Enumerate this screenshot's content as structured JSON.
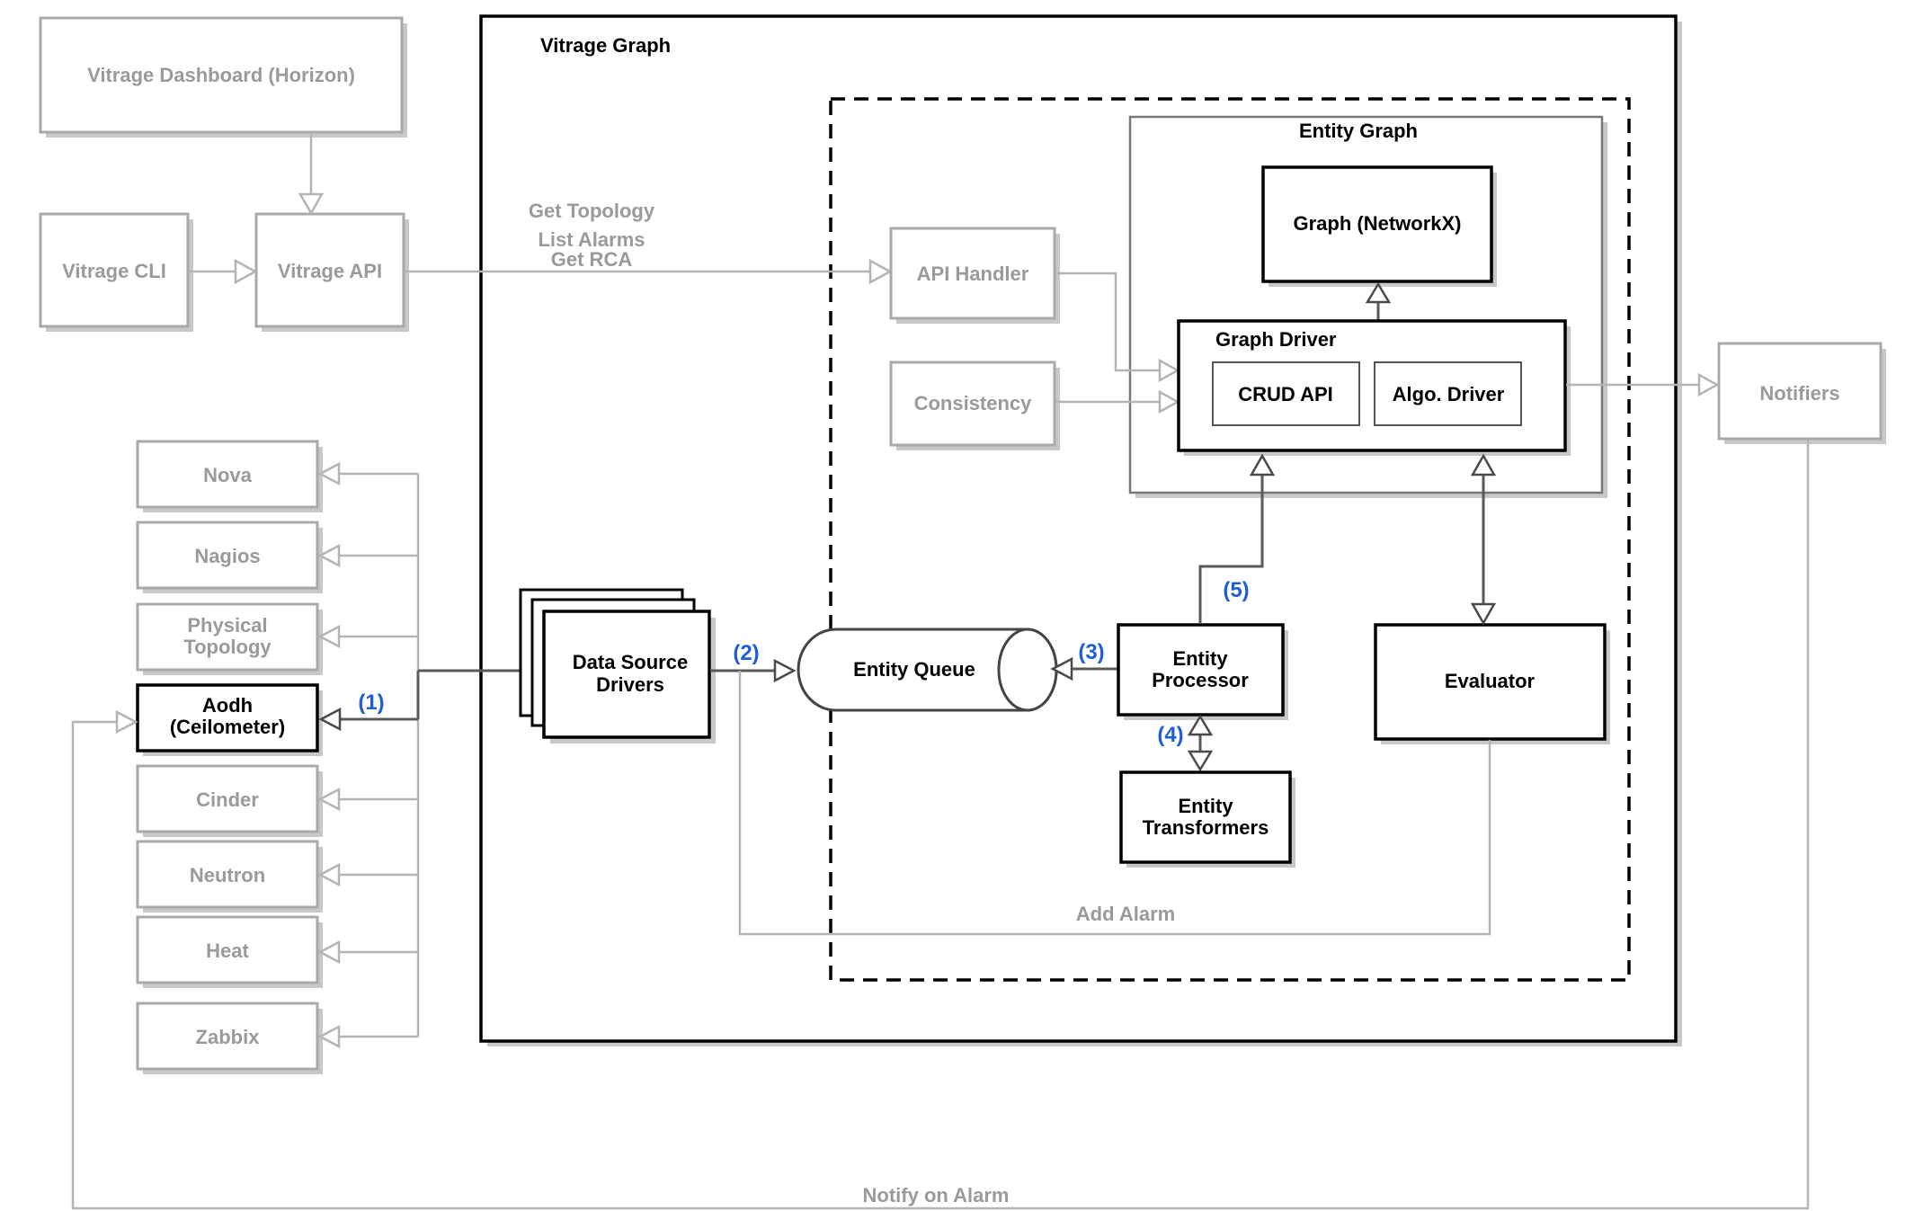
{
  "diagram": {
    "main_container_title": "Vitrage Graph",
    "entity_graph_title": "Entity Graph",
    "graph_driver_title": "Graph Driver",
    "nodes": {
      "dashboard": "Vitrage Dashboard (Horizon)",
      "cli": "Vitrage CLI",
      "api": "Vitrage API",
      "api_handler": "API Handler",
      "consistency": "Consistency",
      "networkx": "Graph (NetworkX)",
      "crud_api": "CRUD API",
      "algo_driver": "Algo. Driver",
      "notifiers": "Notifiers",
      "datasource_drivers": [
        "Data Source",
        "Drivers"
      ],
      "entity_queue": "Entity Queue",
      "entity_processor": [
        "Entity",
        "Processor"
      ],
      "entity_transformers": [
        "Entity",
        "Transformers"
      ],
      "evaluator": "Evaluator"
    },
    "datasources": [
      {
        "lines": [
          "Nova"
        ],
        "active": false
      },
      {
        "lines": [
          "Nagios"
        ],
        "active": false
      },
      {
        "lines": [
          "Physical",
          "Topology"
        ],
        "active": false
      },
      {
        "lines": [
          "Aodh",
          "(Ceilometer)"
        ],
        "active": true
      },
      {
        "lines": [
          "Cinder"
        ],
        "active": false
      },
      {
        "lines": [
          "Neutron"
        ],
        "active": false
      },
      {
        "lines": [
          "Heat"
        ],
        "active": false
      },
      {
        "lines": [
          "Zabbix"
        ],
        "active": false
      }
    ],
    "edge_labels": {
      "api_ops": [
        "Get Topology",
        "List Alarms",
        "Get RCA"
      ],
      "add_alarm": "Add Alarm",
      "notify_on_alarm": "Notify on Alarm"
    },
    "steps": [
      "(1)",
      "(2)",
      "(3)",
      "(4)",
      "(5)"
    ]
  }
}
